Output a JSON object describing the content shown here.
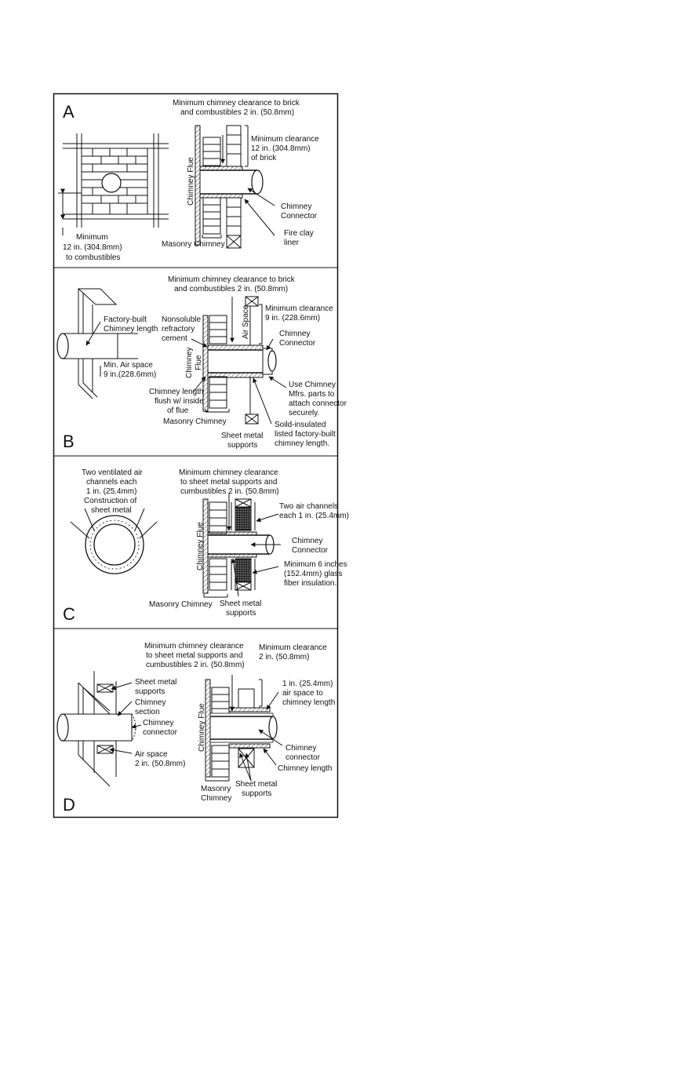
{
  "panels": [
    {
      "letter": "A",
      "labels": {
        "top1": "Minimum chimney clearance to brick",
        "top2": "and combustibles 2 in. (50.8mm)",
        "clear1": "Minimum clearance",
        "clear2": "12 in. (304.8mm)",
        "clear3": "of brick",
        "flue": "Chimney Flue",
        "conn1": "Chimney",
        "conn2": "Connector",
        "liner1": "Fire clay",
        "liner2": "liner",
        "masonry": "Masonry Chimney",
        "min1": "Minimum",
        "min2": "12 in. (304.8mm)",
        "min3": "to combustibles"
      }
    },
    {
      "letter": "B",
      "labels": {
        "top1": "Minimum chimney clearance to brick",
        "top2": "and combustibles 2 in. (50.8mm)",
        "clear1": "Minimum clearance",
        "clear2": "9 in. (228.6mm)",
        "airspace": "Air Space",
        "conn1": "Chimney",
        "conn2": "Connector",
        "fb1": "Factory-built",
        "fb2": "Chimney length",
        "ns1": "Nonsoluble",
        "ns2": "refractory",
        "ns3": "cement",
        "flue1": "Chimney",
        "flue2": "Flue",
        "air1": "Min. Air space",
        "air2": "9 in.(228.6mm)",
        "use1": "Use Chimney",
        "use2": "Mfrs. parts to",
        "use3": "attach connector",
        "use4": "securely.",
        "len1": "Chimney length",
        "len2": "flush w/ inside",
        "len3": "of flue",
        "masonry": "Masonry Chimney",
        "sheet1": "Sheet metal",
        "sheet2": "supports",
        "solid1": "Soild-insulated",
        "solid2": "listed factory-built",
        "solid3": "chimney length."
      }
    },
    {
      "letter": "C",
      "labels": {
        "vent1": "Two ventilated air",
        "vent2": "channels each",
        "vent3": "1 in. (25.4mm)",
        "vent4": "Construction of",
        "vent5": "sheet metal",
        "top1": "Minimum chimney clearance",
        "top2": "to sheet metal supports and",
        "top3": "cumbustibles 2 in. (50.8mm)",
        "two1": "Two air channels",
        "two2": "each 1 in. (25.4mm)",
        "flue": "Chimney Flue",
        "conn1": "Chimney",
        "conn2": "Connector",
        "glass1": "Minimum 6 inches",
        "glass2": "(152.4mm) glass",
        "glass3": "fiber insulation.",
        "masonry": "Masonry Chimney",
        "sheet1": "Sheet metal",
        "sheet2": "supports"
      }
    },
    {
      "letter": "D",
      "labels": {
        "top1": "Minimum chimney clearance",
        "top2": "to sheet metal supports and",
        "top3": "cumbustibles 2 in. (50.8mm)",
        "clear1": "Minimum clearance",
        "clear2": "2 in. (50.8mm)",
        "sm1": "Sheet metal",
        "sm2": "supports",
        "cs1": "Chimney",
        "cs2": "section",
        "cc1": "Chimney",
        "cc2": "connector",
        "air1": "Air space",
        "air2": "2 in. (50.8mm)",
        "one1": "1 in. (25.4mm)",
        "one2": "air space to",
        "one3": "chimney length",
        "flue": "Chimney Flue",
        "conn1": "Chimney",
        "conn2": "connector",
        "length": "Chimney length",
        "mas1": "Masonry",
        "mas2": "Chimney",
        "sheet1": "Sheet metal",
        "sheet2": "supports"
      }
    }
  ]
}
